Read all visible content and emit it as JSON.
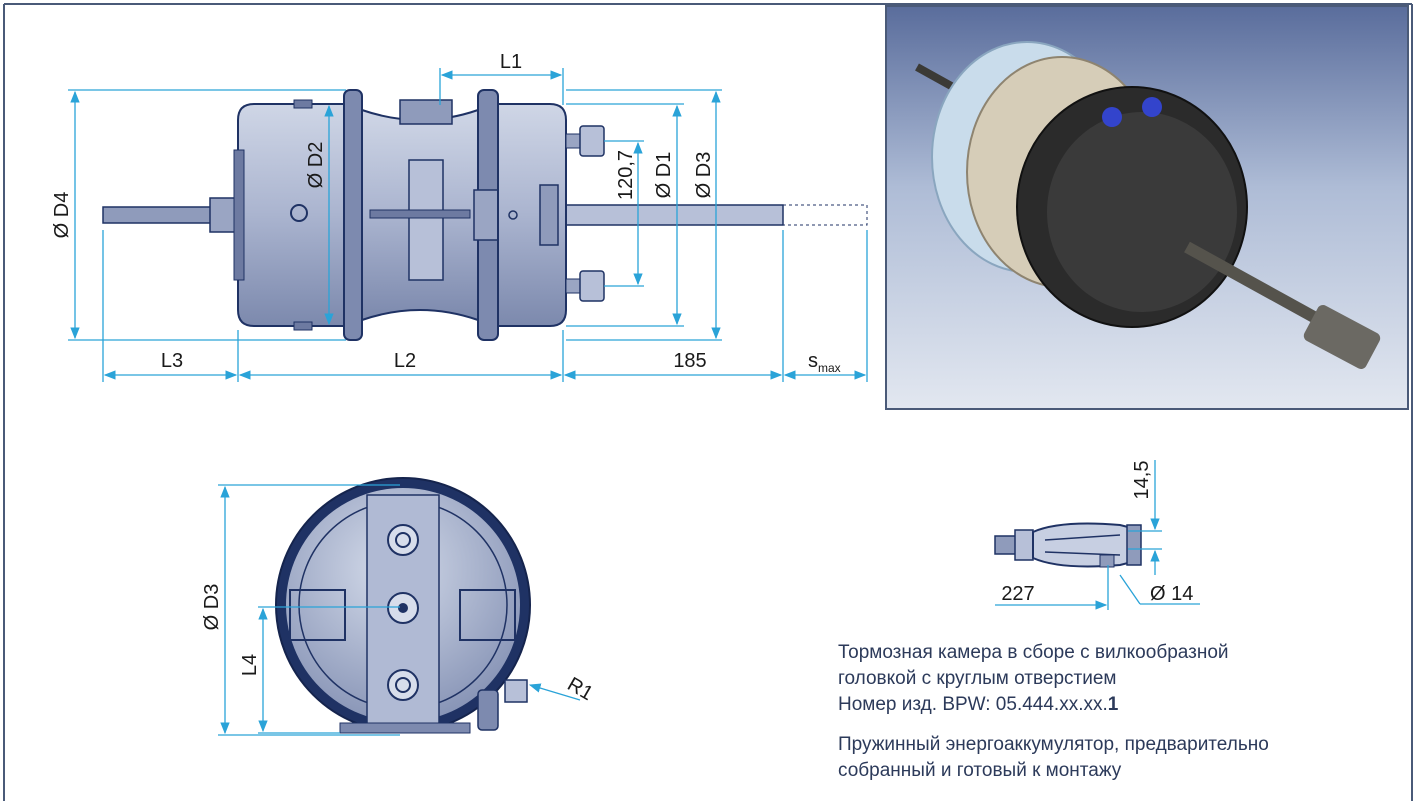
{
  "labels": {
    "L1": "L1",
    "L2": "L2",
    "L3": "L3",
    "L4": "L4",
    "D1": "Ø D1",
    "D2": "Ø D2",
    "D3_top": "Ø D3",
    "D4": "Ø D4",
    "D3_front": "Ø D3",
    "d120": "120,7",
    "d185": "185",
    "smax_s": "s",
    "smax_sub": "max",
    "R1": "R1",
    "fork_145": "14,5",
    "fork_227": "227",
    "fork_d14": "Ø 14"
  },
  "caption": {
    "line1": "Тормозная камера в сборе с вилкообразной",
    "line2": "головкой с круглым отверстием",
    "line3_prefix": "Номер изд. BPW: 05.444.xx.xx.",
    "line3_bold": "1",
    "line4": "Пружинный энергоаккумулятор, предварительно",
    "line5": "собранный и готовый к монтажу"
  },
  "colors": {
    "dimension": "#2aa3d8",
    "body_dark": "#1f3264",
    "body_light": "#b7c0d8",
    "frame": "#4a5a78"
  }
}
